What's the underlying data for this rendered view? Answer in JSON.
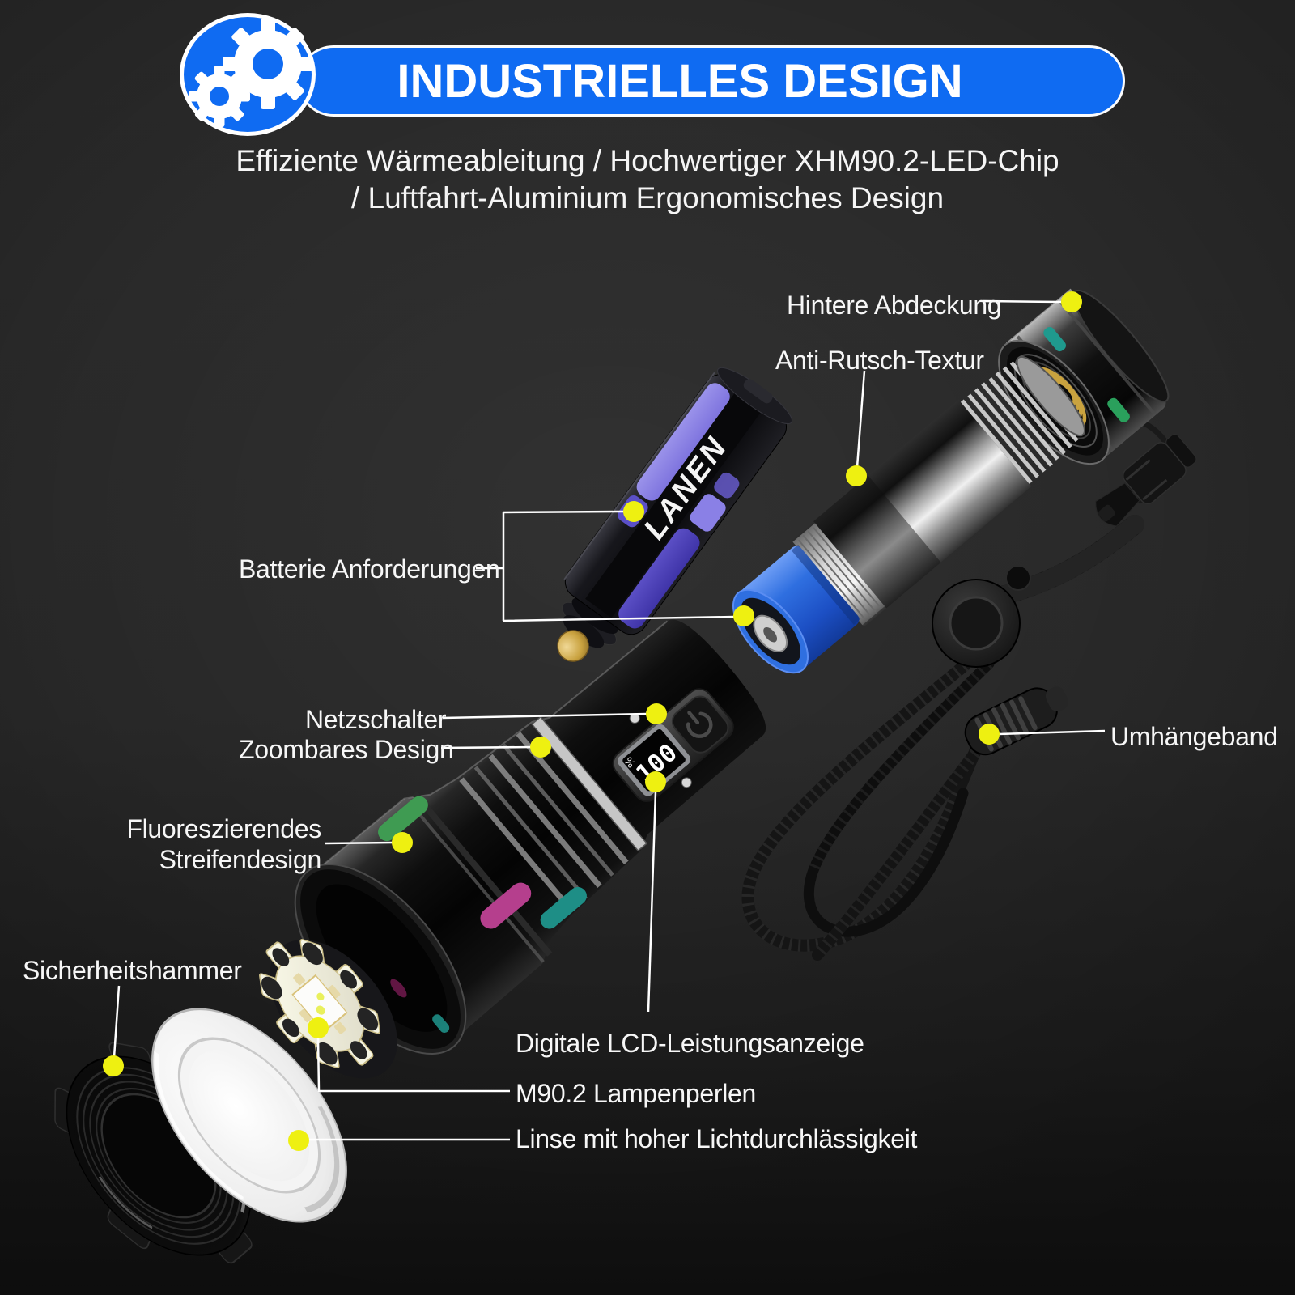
{
  "header": {
    "title": "INDUSTRIELLES DESIGN",
    "icon": "gears-icon"
  },
  "subtitle": {
    "line1": "Effiziente Wärmeableitung / Hochwertiger XHM90.2-LED-Chip",
    "line2": "/ Luftfahrt-Aluminium Ergonomisches Design"
  },
  "callouts": {
    "hintere_abdeckung": "Hintere Abdeckung",
    "anti_rutsch_textur": "Anti-Rutsch-Textur",
    "batterie_anforderungen": "Batterie Anforderungen",
    "netzschalter": "Netzschalter",
    "zoombares_design": "Zoombares Design",
    "fluoreszierendes_line1": "Fluoreszierendes",
    "fluoreszierendes_line2": "Streifendesign",
    "sicherheitshammer": "Sicherheitshammer",
    "digitale_lcd": "Digitale LCD-Leistungsanzeige",
    "m90_lampenperlen": "M90.2 Lampenperlen",
    "linse": "Linse mit hoher Lichtdurchlässigkeit",
    "umhaengeband": "Umhängeband"
  },
  "flashlight": {
    "lcd_value": "100",
    "lcd_unit": "%",
    "battery_brand": "LANEN"
  },
  "colors": {
    "background": "#282828",
    "banner_blue": "#0f6bf2",
    "callout_dot_yellow": "#eef011",
    "callout_line_white": "#ffffff",
    "zoom_ring_blue": "#2f6fe0",
    "stripe_green": "#3f9b52",
    "stripe_magenta": "#b53f8d",
    "stripe_teal": "#1e8e86",
    "spring_gold": "#c9a23f",
    "battery_purple": "#6b5fd6"
  }
}
